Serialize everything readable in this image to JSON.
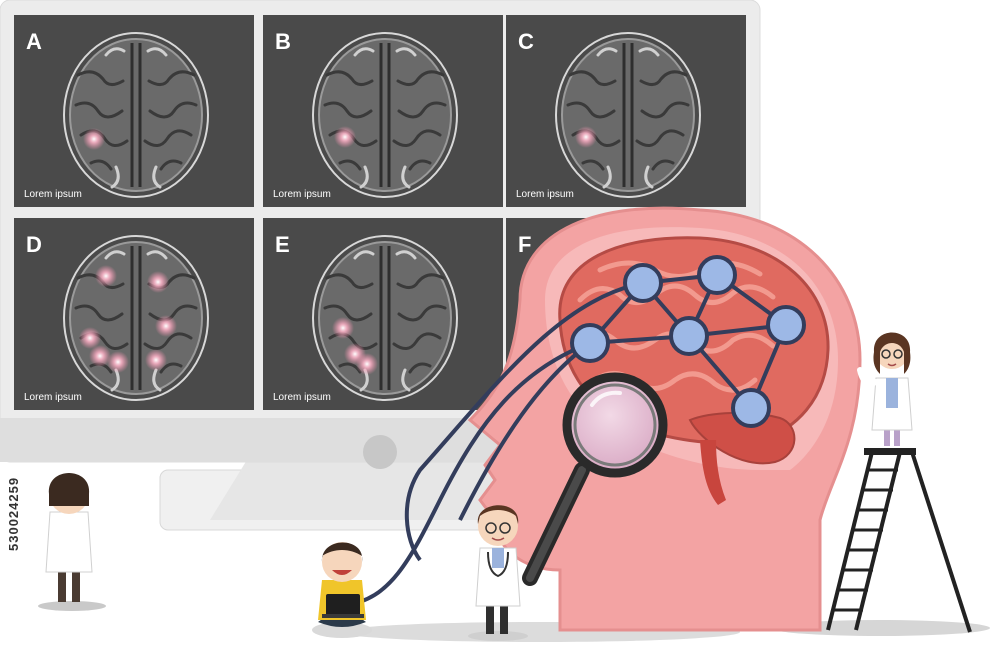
{
  "panels": [
    {
      "letter": "A",
      "caption": "Lorem ipsum"
    },
    {
      "letter": "B",
      "caption": "Lorem ipsum"
    },
    {
      "letter": "C",
      "caption": "Lorem ipsum"
    },
    {
      "letter": "D",
      "caption": "Lorem ipsum"
    },
    {
      "letter": "E",
      "caption": "Lorem ipsum"
    },
    {
      "letter": "F",
      "caption": ""
    }
  ],
  "stock_id": "530024259",
  "colors": {
    "panel_bg": "#4a4a4a",
    "brain_scan": "#6a6a6a",
    "head_skin": "#f3a3a3",
    "brain_tissue": "#e06a60",
    "network_node": "#9db8e6",
    "network_line": "#333d5c",
    "monitor": "#e8e8e8"
  }
}
